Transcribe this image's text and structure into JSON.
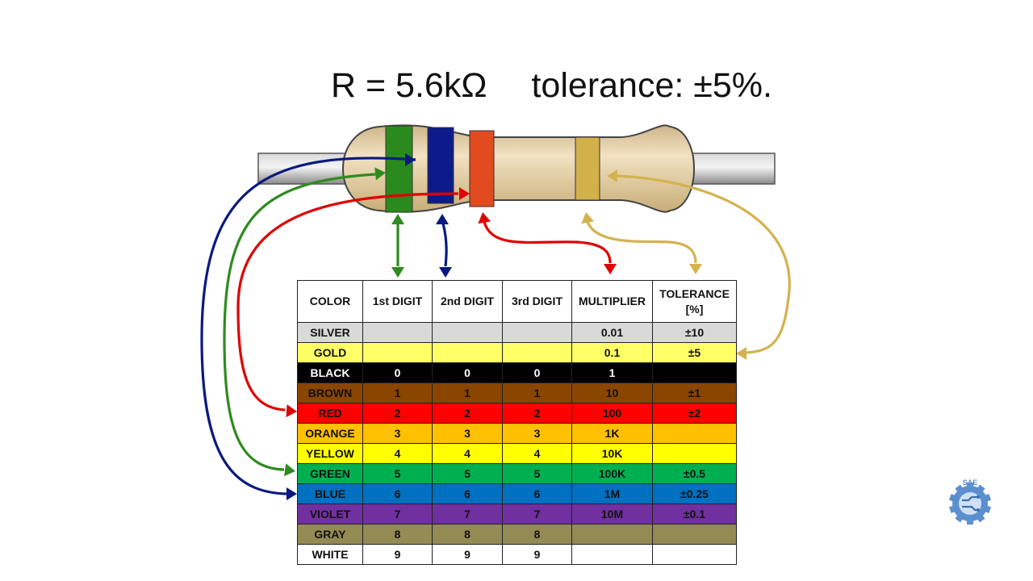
{
  "title": {
    "resistance": "R = 5.6kΩ",
    "tolerance": "tolerance: ±5%."
  },
  "table": {
    "headers": [
      "COLOR",
      "1st DIGIT",
      "2nd DIGIT",
      "3rd DIGIT",
      "MULTIPLIER",
      "TOLERANCE [%]"
    ],
    "rows": [
      {
        "color": "SILVER",
        "bg": "#d9d9d9",
        "fg": "#111111",
        "d1": "",
        "d2": "",
        "d3": "",
        "mult": "0.01",
        "tol": "±10"
      },
      {
        "color": "GOLD",
        "bg": "#ffff66",
        "fg": "#111111",
        "d1": "",
        "d2": "",
        "d3": "",
        "mult": "0.1",
        "tol": "±5"
      },
      {
        "color": "BLACK",
        "bg": "#000000",
        "fg": "#ffffff",
        "d1": "0",
        "d2": "0",
        "d3": "0",
        "mult": "1",
        "tol": ""
      },
      {
        "color": "BROWN",
        "bg": "#8a4500",
        "fg": "#111111",
        "d1": "1",
        "d2": "1",
        "d3": "1",
        "mult": "10",
        "tol": "±1"
      },
      {
        "color": "RED",
        "bg": "#ff0000",
        "fg": "#111111",
        "d1": "2",
        "d2": "2",
        "d3": "2",
        "mult": "100",
        "tol": "±2"
      },
      {
        "color": "ORANGE",
        "bg": "#ffc000",
        "fg": "#111111",
        "d1": "3",
        "d2": "3",
        "d3": "3",
        "mult": "1K",
        "tol": ""
      },
      {
        "color": "YELLOW",
        "bg": "#ffff00",
        "fg": "#111111",
        "d1": "4",
        "d2": "4",
        "d3": "4",
        "mult": "10K",
        "tol": ""
      },
      {
        "color": "GREEN",
        "bg": "#00b050",
        "fg": "#111111",
        "d1": "5",
        "d2": "5",
        "d3": "5",
        "mult": "100K",
        "tol": "±0.5"
      },
      {
        "color": "BLUE",
        "bg": "#0070c0",
        "fg": "#111111",
        "d1": "6",
        "d2": "6",
        "d3": "6",
        "mult": "1M",
        "tol": "±0.25"
      },
      {
        "color": "VIOLET",
        "bg": "#7030a0",
        "fg": "#111111",
        "d1": "7",
        "d2": "7",
        "d3": "7",
        "mult": "10M",
        "tol": "±0.1"
      },
      {
        "color": "GRAY",
        "bg": "#948a54",
        "fg": "#111111",
        "d1": "8",
        "d2": "8",
        "d3": "8",
        "mult": "",
        "tol": ""
      },
      {
        "color": "WHITE",
        "bg": "#ffffff",
        "fg": "#111111",
        "d1": "9",
        "d2": "9",
        "d3": "9",
        "mult": "",
        "tol": ""
      }
    ]
  },
  "resistor": {
    "bands": [
      {
        "name": "1st-digit-band",
        "color": "#2a8a1d"
      },
      {
        "name": "2nd-digit-band",
        "color": "#0d1b8a"
      },
      {
        "name": "multiplier-band",
        "color": "#e24a1f"
      },
      {
        "name": "tolerance-band",
        "color": "#d2b04a"
      }
    ]
  },
  "arrow_colors": {
    "green": "#2e8b1e",
    "blue": "#0a1a80",
    "red": "#e00000",
    "gold": "#d4b24e"
  },
  "logo": {
    "text": "SAE",
    "icon": "gear-circuit-icon"
  }
}
